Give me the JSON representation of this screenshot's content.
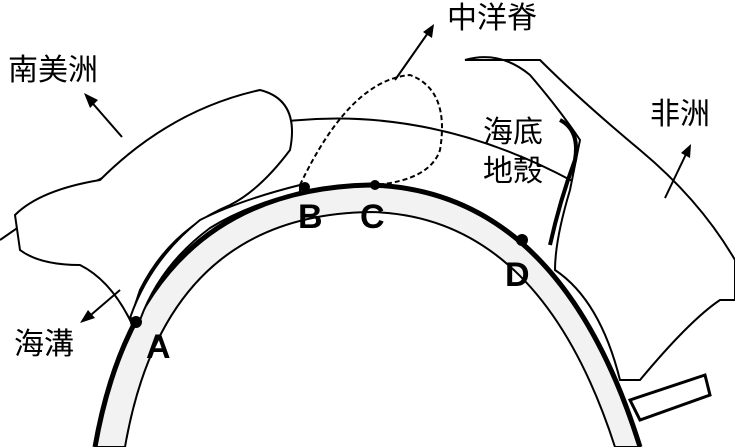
{
  "labels": {
    "south_america": "南美洲",
    "mid_ocean_ridge": "中洋脊",
    "africa": "非洲",
    "ocean_crust_line1": "海底",
    "ocean_crust_line2": "地殼",
    "trench": "海溝"
  },
  "points": {
    "a": "A",
    "b": "B",
    "c": "C",
    "d": "D"
  },
  "colors": {
    "ink": "#000000",
    "background": "#ffffff",
    "mantle_fill": "#f2f2f2"
  }
}
